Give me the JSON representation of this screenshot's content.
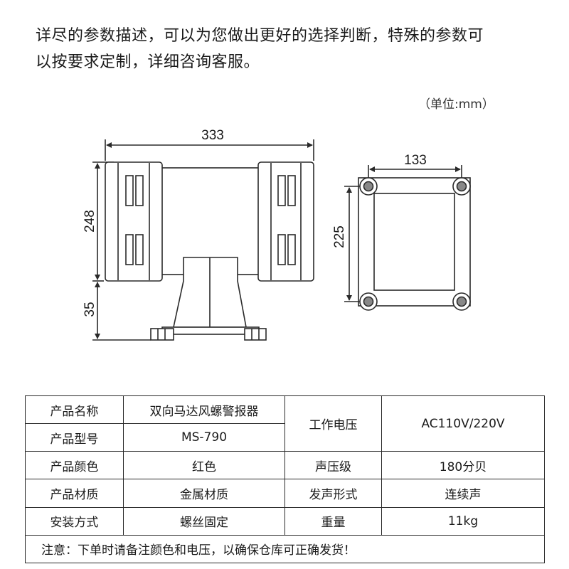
{
  "intro": {
    "line1": "详尽的参数描述，可以为您做出更好的选择判断，特殊的参数可",
    "line2": "以按要求定制，详细咨询客服。"
  },
  "unit_label": "（单位:mm）",
  "dimensions": {
    "width": "333",
    "height_body": "248",
    "height_base": "35",
    "base_width": "133",
    "base_depth": "225"
  },
  "spec_table": {
    "rows": [
      {
        "label": "产品名称",
        "value": "双向马达风螺警报器"
      },
      {
        "label": "产品型号",
        "value": "MS-790"
      },
      {
        "label": "产品颜色",
        "value": "红色",
        "label2": "声压级",
        "value2": "180分贝"
      },
      {
        "label": "产品材质",
        "value": "金属材质",
        "label2": "发声形式",
        "value2": "连续声"
      },
      {
        "label": "安装方式",
        "value": "螺丝固定",
        "label2": "重量",
        "value2": "11kg"
      }
    ],
    "voltage_label": "工作电压",
    "voltage_value": "AC110V/220V",
    "note": "注意：下单时请备注颜色和电压，以确保仓库可正确发货！"
  },
  "colors": {
    "line": "#2a2a2a",
    "text": "#1a1a1a"
  }
}
